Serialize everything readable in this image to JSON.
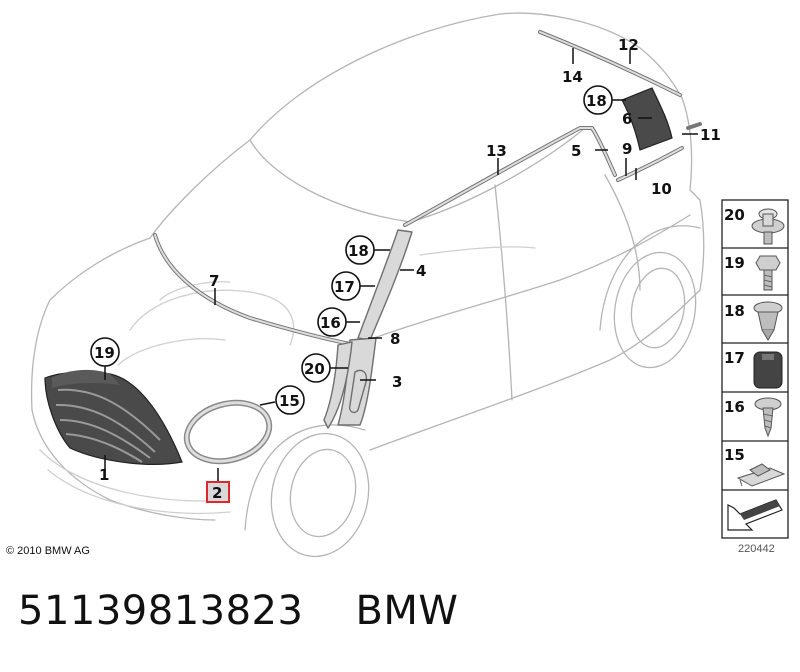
{
  "diagram": {
    "copyright": "© 2010 BMW AG",
    "reference": "220442",
    "callouts": {
      "c1": "1",
      "c2": "2",
      "c3": "3",
      "c4": "4",
      "c5": "5",
      "c6": "6",
      "c7": "7",
      "c8": "8",
      "c9": "9",
      "c10": "10",
      "c11": "11",
      "c12": "12",
      "c13": "13",
      "c14": "14",
      "c15": "15",
      "c16": "16",
      "c17": "17",
      "c18a": "18",
      "c18b": "18",
      "c19": "19",
      "c20": "20"
    },
    "legend": [
      "20",
      "19",
      "18",
      "17",
      "16",
      "15"
    ]
  },
  "caption": {
    "part_number": "51139813823",
    "brand": "BMW"
  }
}
